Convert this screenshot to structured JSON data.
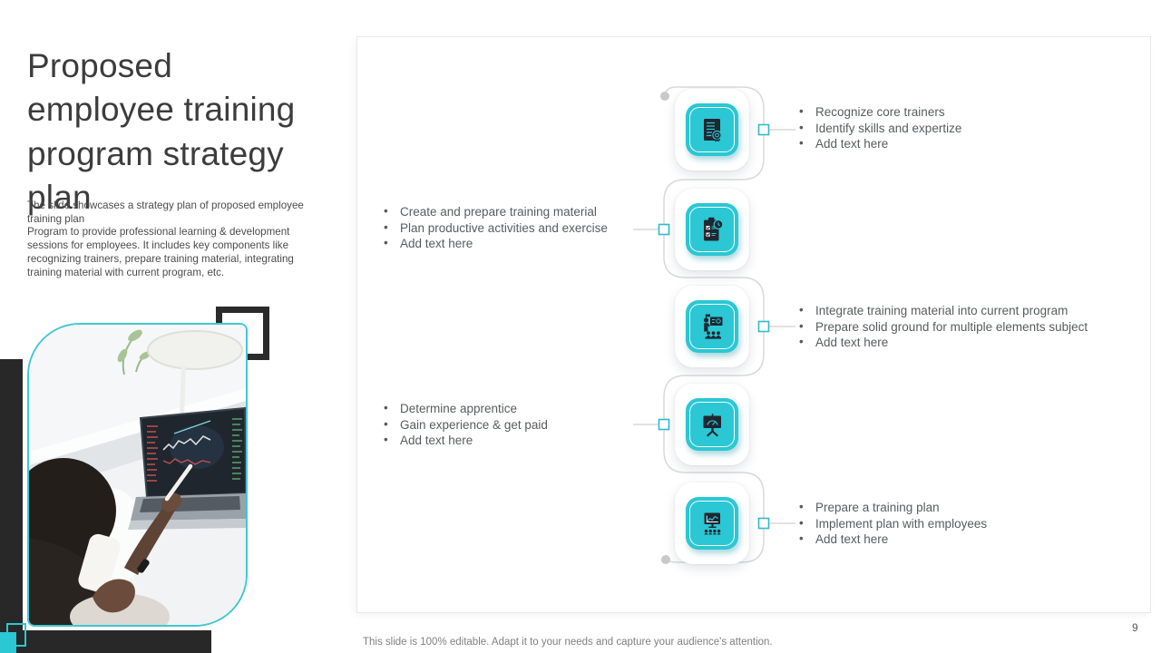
{
  "slide": {
    "title": "Proposed employee training program strategy plan",
    "description": [
      "The slide showcases a strategy plan of proposed employee training plan",
      "Program to provide professional learning & development sessions for employees. It includes key components like recognizing trainers, prepare training material, integrating training material with current program, etc."
    ],
    "footer_note": "This slide is 100% editable. Adapt it to your needs and capture your audience's attention.",
    "page_number": "9"
  },
  "diagram": {
    "steps": [
      {
        "icon": "certificate-document-icon",
        "side": "right",
        "bullets": [
          "Recognize core trainers",
          "Identify skills and expertize",
          "Add text here"
        ]
      },
      {
        "icon": "clipboard-checklist-clock-icon",
        "side": "left",
        "bullets": [
          "Create and prepare training material",
          "Plan productive activities and exercise",
          "Add text here"
        ]
      },
      {
        "icon": "trainer-presentation-audience-icon",
        "side": "right",
        "bullets": [
          "Integrate training material into current program",
          "Prepare solid ground for multiple elements subject",
          "Add text here"
        ]
      },
      {
        "icon": "strategy-board-icon",
        "side": "left",
        "bullets": [
          "Determine apprentice",
          "Gain experience & get paid",
          "Add text here"
        ]
      },
      {
        "icon": "training-plan-screen-team-icon",
        "side": "right",
        "bullets": [
          "Prepare a training plan",
          "Implement plan with employees",
          "Add text here"
        ]
      }
    ]
  },
  "photo": {
    "alt": "Person on a phone call pointing a pen at stock trading charts on a laptop by a window"
  },
  "colors": {
    "accent_teal": "#2bc7d4",
    "icon_dark": "#1f2730",
    "connector_gray": "#d9d9d9",
    "text_gray": "#585c5e",
    "dark_decor": "#282828"
  }
}
